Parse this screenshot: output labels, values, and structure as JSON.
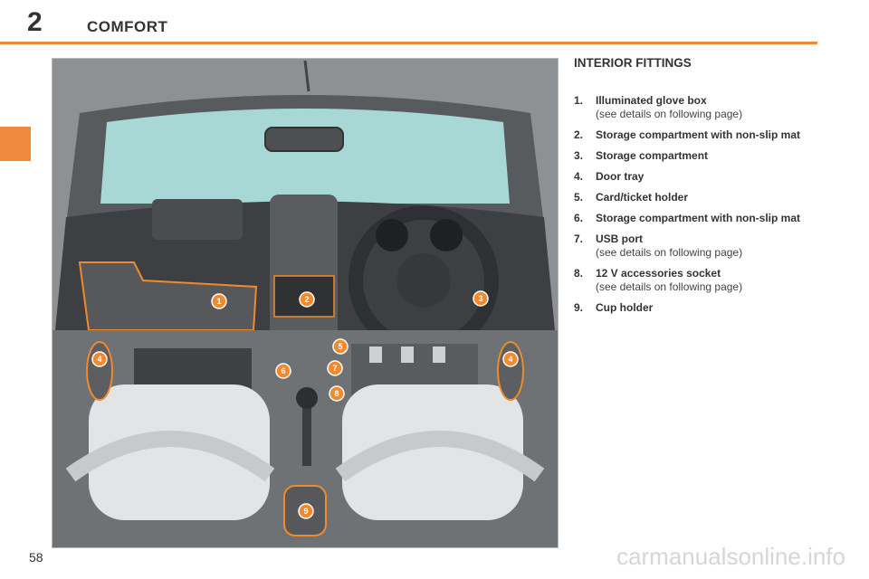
{
  "header": {
    "chapter_number": "2",
    "chapter_title": "COMFORT"
  },
  "section": {
    "title": "INTERIOR FITTINGS"
  },
  "items": [
    {
      "num": "1.",
      "label": "Illuminated glove box",
      "detail": "(see details on following page)"
    },
    {
      "num": "2.",
      "label": "Storage compartment with non-slip mat",
      "detail": ""
    },
    {
      "num": "3.",
      "label": "Storage compartment",
      "detail": ""
    },
    {
      "num": "4.",
      "label": "Door tray",
      "detail": ""
    },
    {
      "num": "5.",
      "label": "Card/ticket holder",
      "detail": ""
    },
    {
      "num": "6.",
      "label": "Storage compartment with non-slip mat",
      "detail": ""
    },
    {
      "num": "7.",
      "label": "USB port",
      "detail": "(see details on following page)"
    },
    {
      "num": "8.",
      "label": "12 V accessories socket",
      "detail": "(see details on following page)"
    },
    {
      "num": "9.",
      "label": "Cup holder",
      "detail": ""
    }
  ],
  "callouts": [
    "1",
    "2",
    "3",
    "4",
    "4",
    "5",
    "6",
    "7",
    "8",
    "9"
  ],
  "page_number": "58",
  "watermark": "carmanualsonline.info",
  "colors": {
    "accent": "#ef8a3c",
    "callout": "#f08a2c"
  }
}
